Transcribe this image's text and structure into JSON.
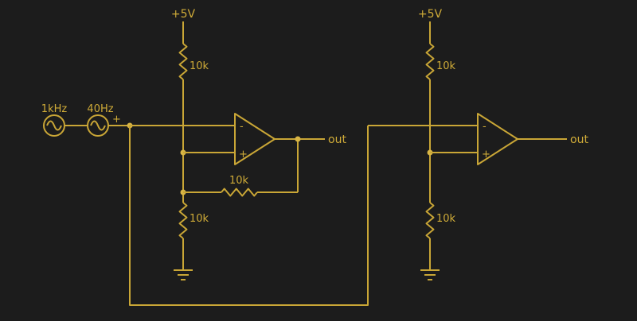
{
  "colors": {
    "background": "#1c1c1c",
    "trace": "#c9a636",
    "junction": "#d8b545",
    "text": "#cfab38"
  },
  "labels": {
    "supply_left": "+5V",
    "supply_right": "+5V",
    "source1_freq": "1kHz",
    "source2_freq": "40Hz",
    "source_polarity": "+",
    "r_top_left": "10k",
    "r_bottom_left": "10k",
    "r_feedback": "10k",
    "r_top_right": "10k",
    "r_bottom_right": "10k",
    "opamp1_minus": "-",
    "opamp1_plus": "+",
    "opamp2_minus": "-",
    "opamp2_plus": "+",
    "out_left": "out",
    "out_right": "out"
  }
}
